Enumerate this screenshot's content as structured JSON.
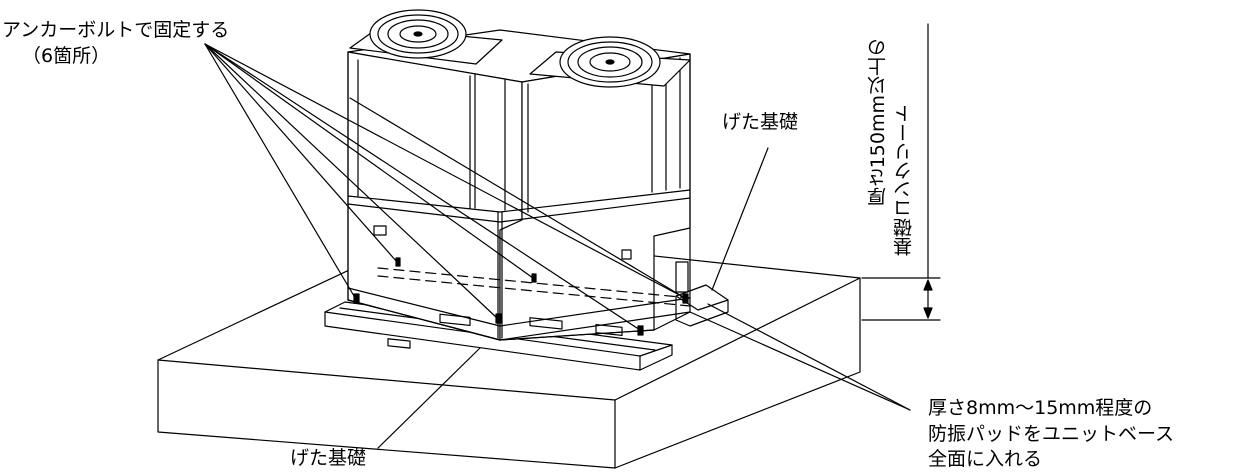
{
  "labels": {
    "anchor_bolt": "アンカーボルトで固定する",
    "anchor_count": "（6箇所）",
    "geta_top": "げた基礎",
    "geta_bottom": "げた基礎",
    "concrete_line1": "厚さ150mm以上の",
    "concrete_line2": "基礎コンクリート",
    "pad_line1": "厚さ8mm～15mm程度の",
    "pad_line2": "防振パッドをユニットベース",
    "pad_line3": "全面に入れる"
  }
}
